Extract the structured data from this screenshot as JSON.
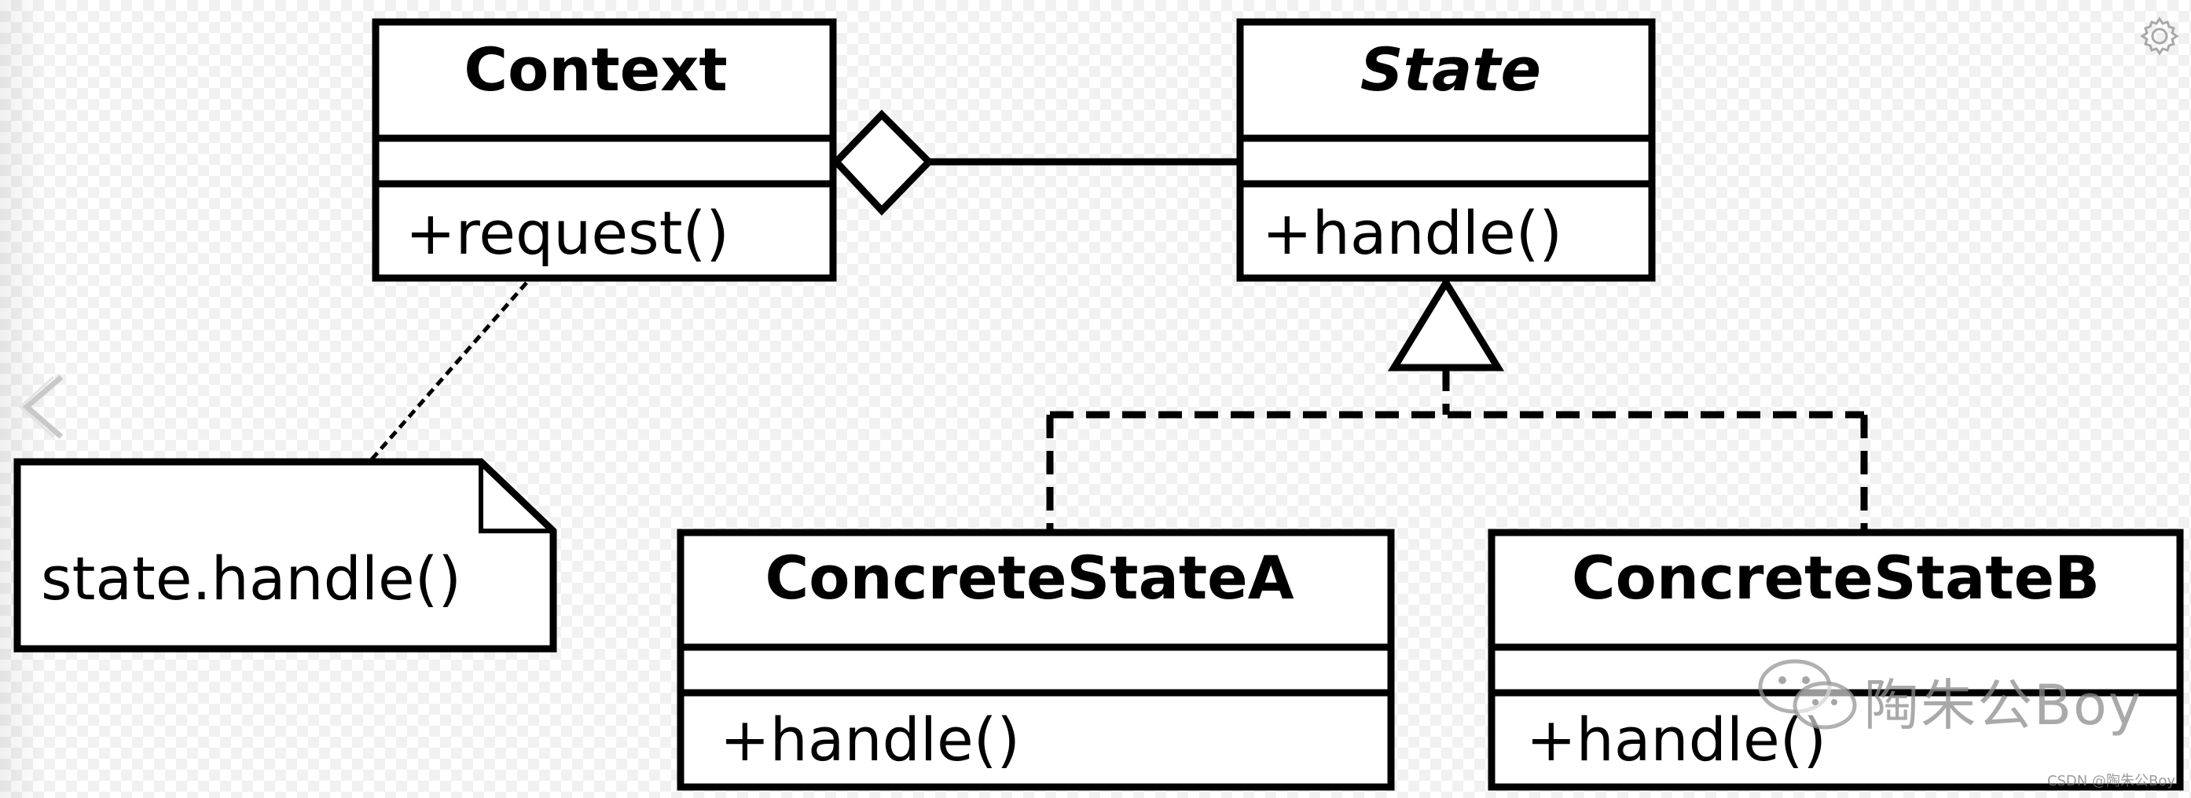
{
  "diagram": {
    "context": {
      "name": "Context",
      "operation": "+request()"
    },
    "state": {
      "name": "State",
      "operation": "+handle()"
    },
    "concrete_state_a": {
      "name": "ConcreteStateA",
      "operation": "+handle()"
    },
    "concrete_state_b": {
      "name": "ConcreteStateB",
      "operation": "+handle()"
    },
    "note": {
      "text": "state.handle()"
    }
  },
  "watermark": {
    "author": "陶朱公Boy",
    "source": "CSDN @陶朱公Boy",
    "logo_icon": "wechat-icon"
  },
  "viewer": {
    "prev_icon": "chevron-left-icon",
    "settings_icon": "gear-icon"
  }
}
